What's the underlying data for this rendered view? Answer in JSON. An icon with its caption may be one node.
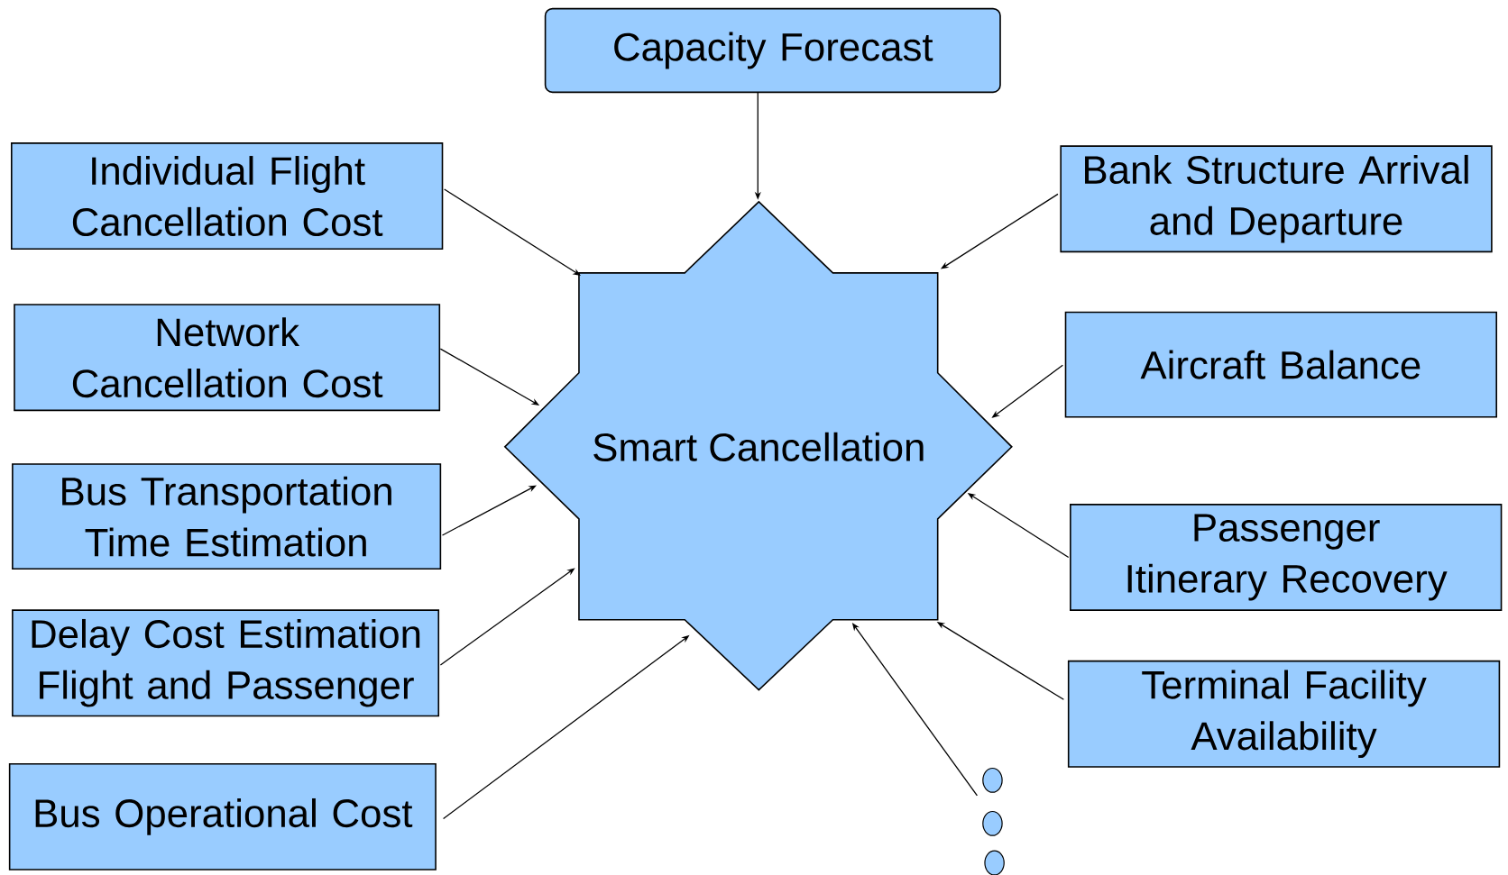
{
  "diagram": {
    "nodes": [
      {
        "text": [
          "Capacity Forecast"
        ]
      },
      {
        "text": [
          "Individual Flight Cancellation Cost"
        ]
      },
      {
        "text": [
          "Network Cancellation Cost"
        ]
      },
      {
        "text": [
          "Bus Transportation Time Estimation"
        ]
      },
      {
        "text": [
          "Delay Cost Estimation Flight and Passenger"
        ]
      },
      {
        "text": [
          "Bus Operational Cost"
        ]
      },
      {
        "text": [
          "Smart Cancellation"
        ]
      },
      {
        "text": [
          "Bank Structure Arrival and Departure"
        ]
      },
      {
        "text": [
          "Aircraft Balance"
        ]
      },
      {
        "text": [
          "Passenger Itinerary Recovery"
        ]
      },
      {
        "text": [
          "Terminal Facility Availability"
        ]
      },
      {
        "text": [],
        "shape": "circle"
      },
      {
        "text": [],
        "shape": "circle"
      },
      {
        "text": [],
        "shape": "circle"
      }
    ],
    "edges": [
      {
        "from": 0,
        "to": 6,
        "arrow": "to"
      },
      {
        "from": 1,
        "to": 6,
        "arrow": "to"
      },
      {
        "from": 2,
        "to": 6,
        "arrow": "to"
      },
      {
        "from": 3,
        "to": 6,
        "arrow": "to"
      },
      {
        "from": 4,
        "to": 6,
        "arrow": "to"
      },
      {
        "from": 5,
        "to": 6,
        "arrow": "to"
      },
      {
        "from": 7,
        "to": 6,
        "arrow": "to"
      },
      {
        "from": 8,
        "to": 6,
        "arrow": "to"
      },
      {
        "from": 9,
        "to": 6,
        "arrow": "to"
      },
      {
        "from": 10,
        "to": 6,
        "arrow": "to"
      },
      {
        "from": 11,
        "to": 6,
        "arrow": "to"
      }
    ]
  }
}
